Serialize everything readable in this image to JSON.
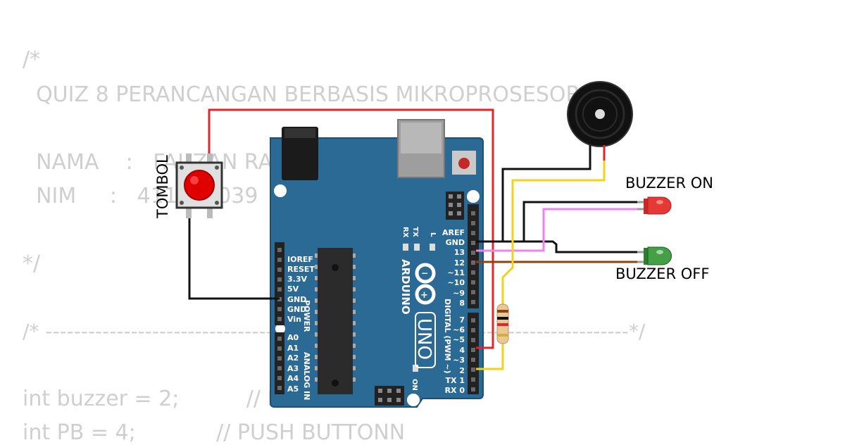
{
  "code_lines": [
    {
      "id": "c1",
      "text": "/*"
    },
    {
      "id": "c2",
      "text": "  QUIZ 8 PERANCANGAN BERBASIS MIKROPROSESOR"
    },
    {
      "id": "c3",
      "text": "  NAMA    :   FAUZAN RAI"
    },
    {
      "id": "c4",
      "text": "  NIM     :   4112  0039"
    },
    {
      "id": "c5",
      "text": "*/"
    },
    {
      "id": "c6",
      "text": "/* ----------------------------------------------------------------------------------*/"
    },
    {
      "id": "c7",
      "text": "int buzzer = 2;          // BUZZER"
    },
    {
      "id": "c8",
      "text": "int PB = 4;            // PUSH BUTTONN"
    }
  ],
  "labels": {
    "tombol": "TOMBOL",
    "buzzer_on": "BUZZER ON",
    "buzzer_off": "BUZZER OFF"
  },
  "arduino": {
    "brand": "ARDUINO",
    "model": "UNO",
    "digital_header": "DIGITAL (PWM ~)",
    "power_header": "POWER",
    "analog_header": "ANALOG IN",
    "on_label": "ON",
    "l_label": "L",
    "tx_label": "TX",
    "rx_label": "RX",
    "power_pins": [
      "IOREF",
      "RESET",
      "3.3V",
      "5V",
      "GND",
      "GND",
      "Vin"
    ],
    "analog_pins": [
      "A0",
      "A1",
      "A2",
      "A3",
      "A4",
      "A5"
    ],
    "digital_pins_top": [
      "AREF",
      "GND",
      "13",
      "12",
      "~11",
      "~10",
      "~9",
      "8"
    ],
    "digital_pins_bottom": [
      "7",
      "~6",
      "~5",
      "4",
      "~3",
      "2",
      "TX 1",
      "RX 0"
    ]
  },
  "colors": {
    "board": "#2c6a96",
    "wire_red": "#e3242b",
    "wire_black": "#111111",
    "wire_pink": "#ee82ee",
    "wire_brown": "#8b4513",
    "wire_yellow": "#f2d21b",
    "led_red": "#e53935",
    "led_green": "#43a047",
    "code_text": "#cfcfcf"
  }
}
